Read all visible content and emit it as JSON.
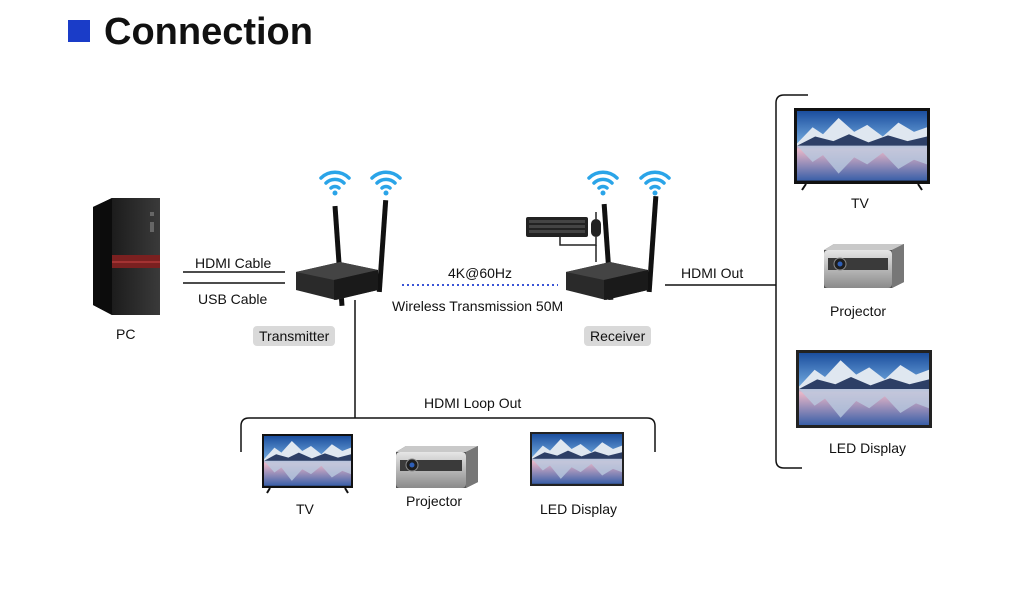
{
  "title": "Connection",
  "colors": {
    "accent": "#1a3cc8",
    "wifi": "#2aa4e8",
    "wireless_line": "#3b55d6"
  },
  "labels": {
    "pc": "PC",
    "hdmi_cable": "HDMI Cable",
    "usb_cable": "USB Cable",
    "transmitter": "Transmitter",
    "receiver": "Receiver",
    "resolution": "4K@60Hz",
    "wireless": "Wireless Transmission 50M",
    "hdmi_out": "HDMI Out",
    "hdmi_loop_out": "HDMI Loop Out"
  },
  "loop_devices": [
    {
      "label": "TV",
      "icon": "tv-icon"
    },
    {
      "label": "Projector",
      "icon": "projector-icon"
    },
    {
      "label": "LED Display",
      "icon": "led-display-icon"
    }
  ],
  "out_devices": [
    {
      "label": "TV",
      "icon": "tv-icon"
    },
    {
      "label": "Projector",
      "icon": "projector-icon"
    },
    {
      "label": "LED Display",
      "icon": "led-display-icon"
    }
  ]
}
